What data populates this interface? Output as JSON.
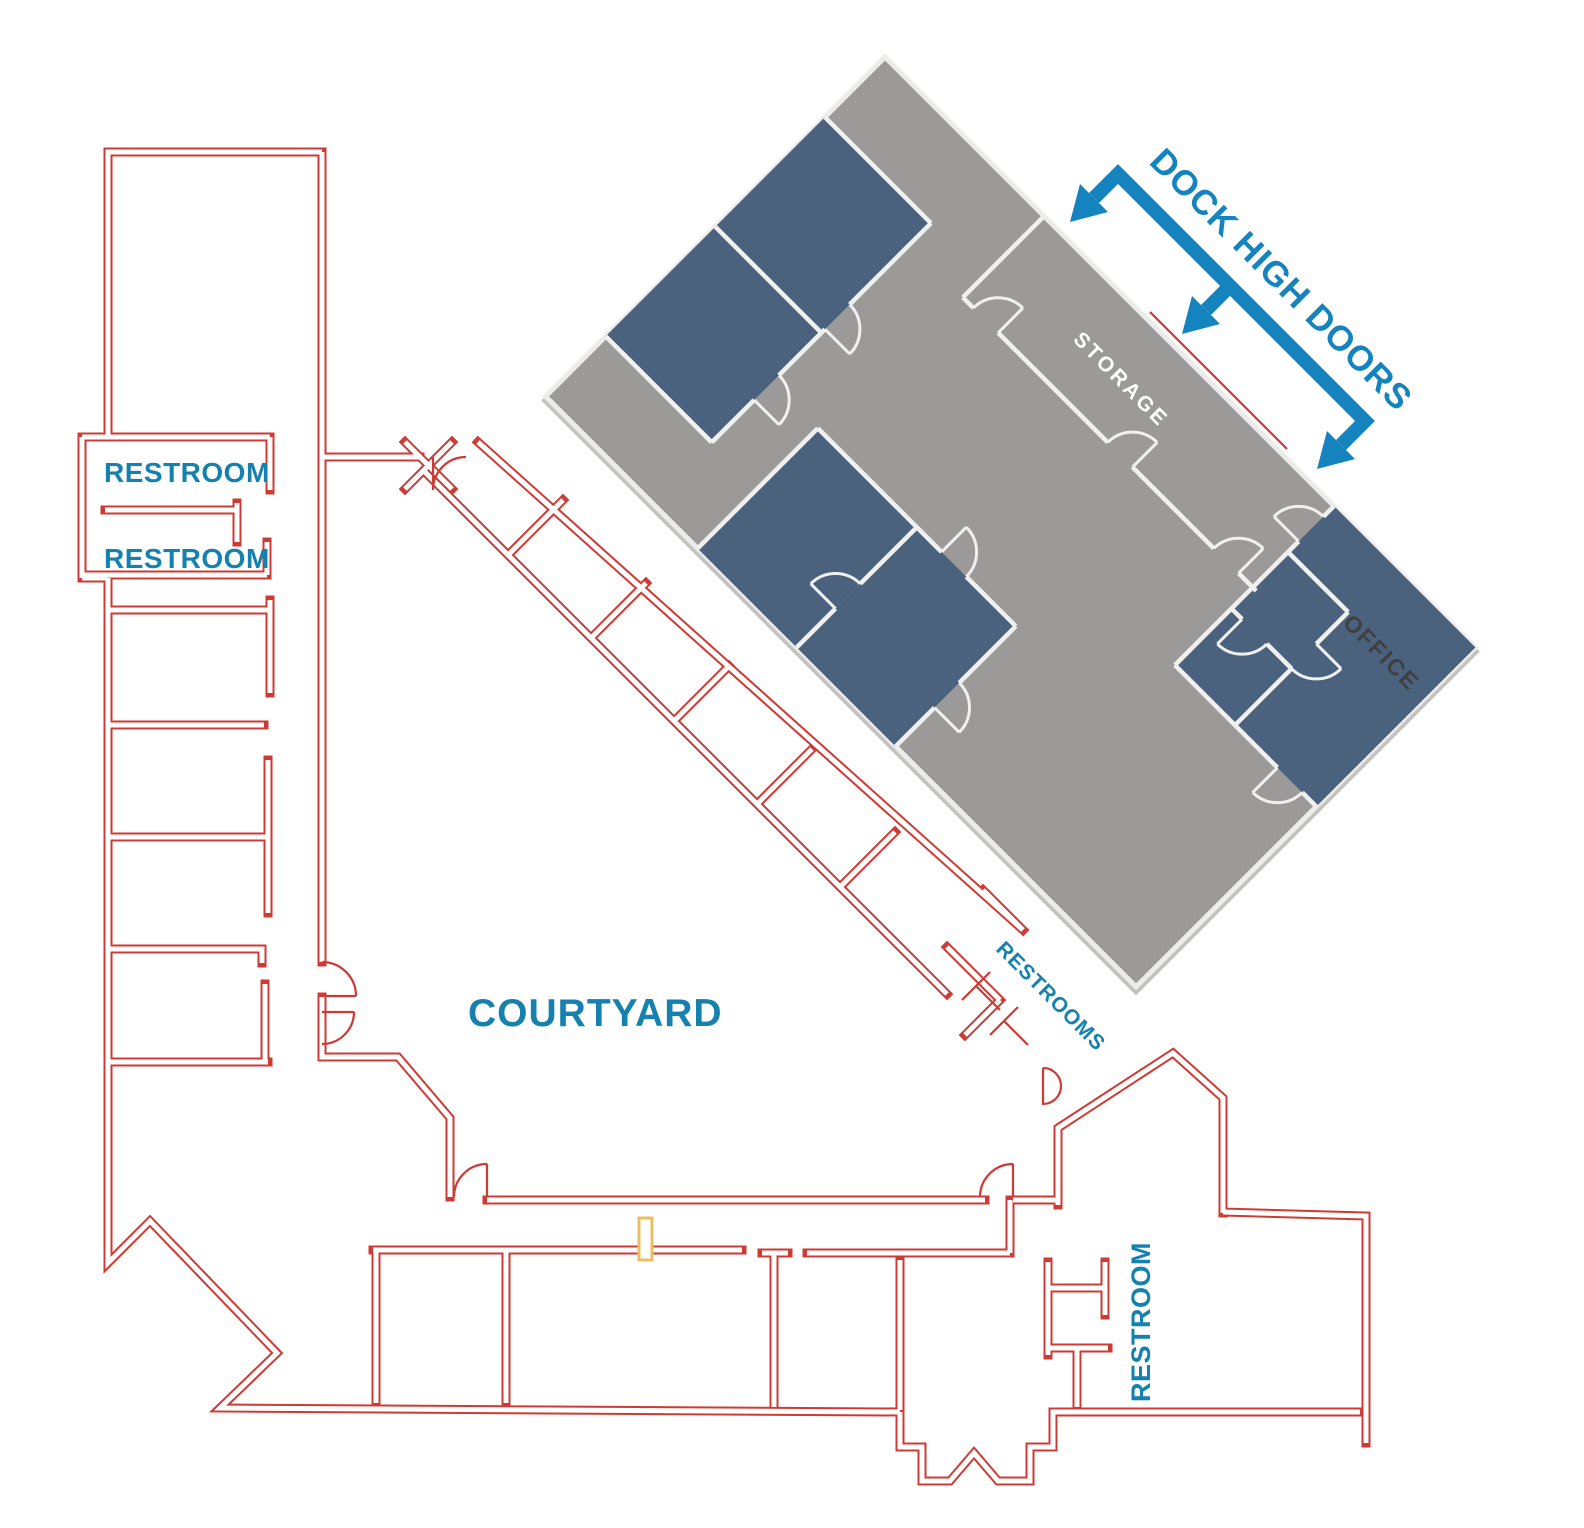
{
  "title": "Commercial floor plan with dock-high warehouse",
  "labels": {
    "restroom_upper": "RESTROOM",
    "restroom_lower": "RESTROOM",
    "courtyard": "COURTYARD",
    "restrooms_corridor": "RESTROOMS",
    "restroom_bottom_wing": "RESTROOM",
    "storage": "STORAGE",
    "office": "OFFICE",
    "dock_high_doors": "DOCK HIGH DOORS"
  },
  "areas": [
    {
      "name": "warehouse-building",
      "fill": "gray",
      "rotation_deg": 45
    },
    {
      "name": "storage-corridor",
      "label": "STORAGE"
    },
    {
      "name": "office-suite",
      "label": "OFFICE"
    },
    {
      "name": "courtyard",
      "label": "COURTYARD"
    },
    {
      "name": "left-wing-restrooms",
      "labels": [
        "RESTROOM",
        "RESTROOM"
      ]
    },
    {
      "name": "corridor-restrooms",
      "label": "RESTROOMS"
    },
    {
      "name": "bottom-wing-restroom",
      "label": "RESTROOM"
    }
  ],
  "colors": {
    "wall_red": "#cd3b34",
    "label_teal": "#1581ae",
    "arrow_blue": "#1583bd",
    "building_gray": "#9b9a98",
    "room_blue": "#4a627e",
    "building_wall_white": "#f0f0ee",
    "office_text_gray": "#3f3f3f",
    "storage_text_white": "#ffffff",
    "door_yellow": "#eabf63",
    "background": "#ffffff"
  }
}
